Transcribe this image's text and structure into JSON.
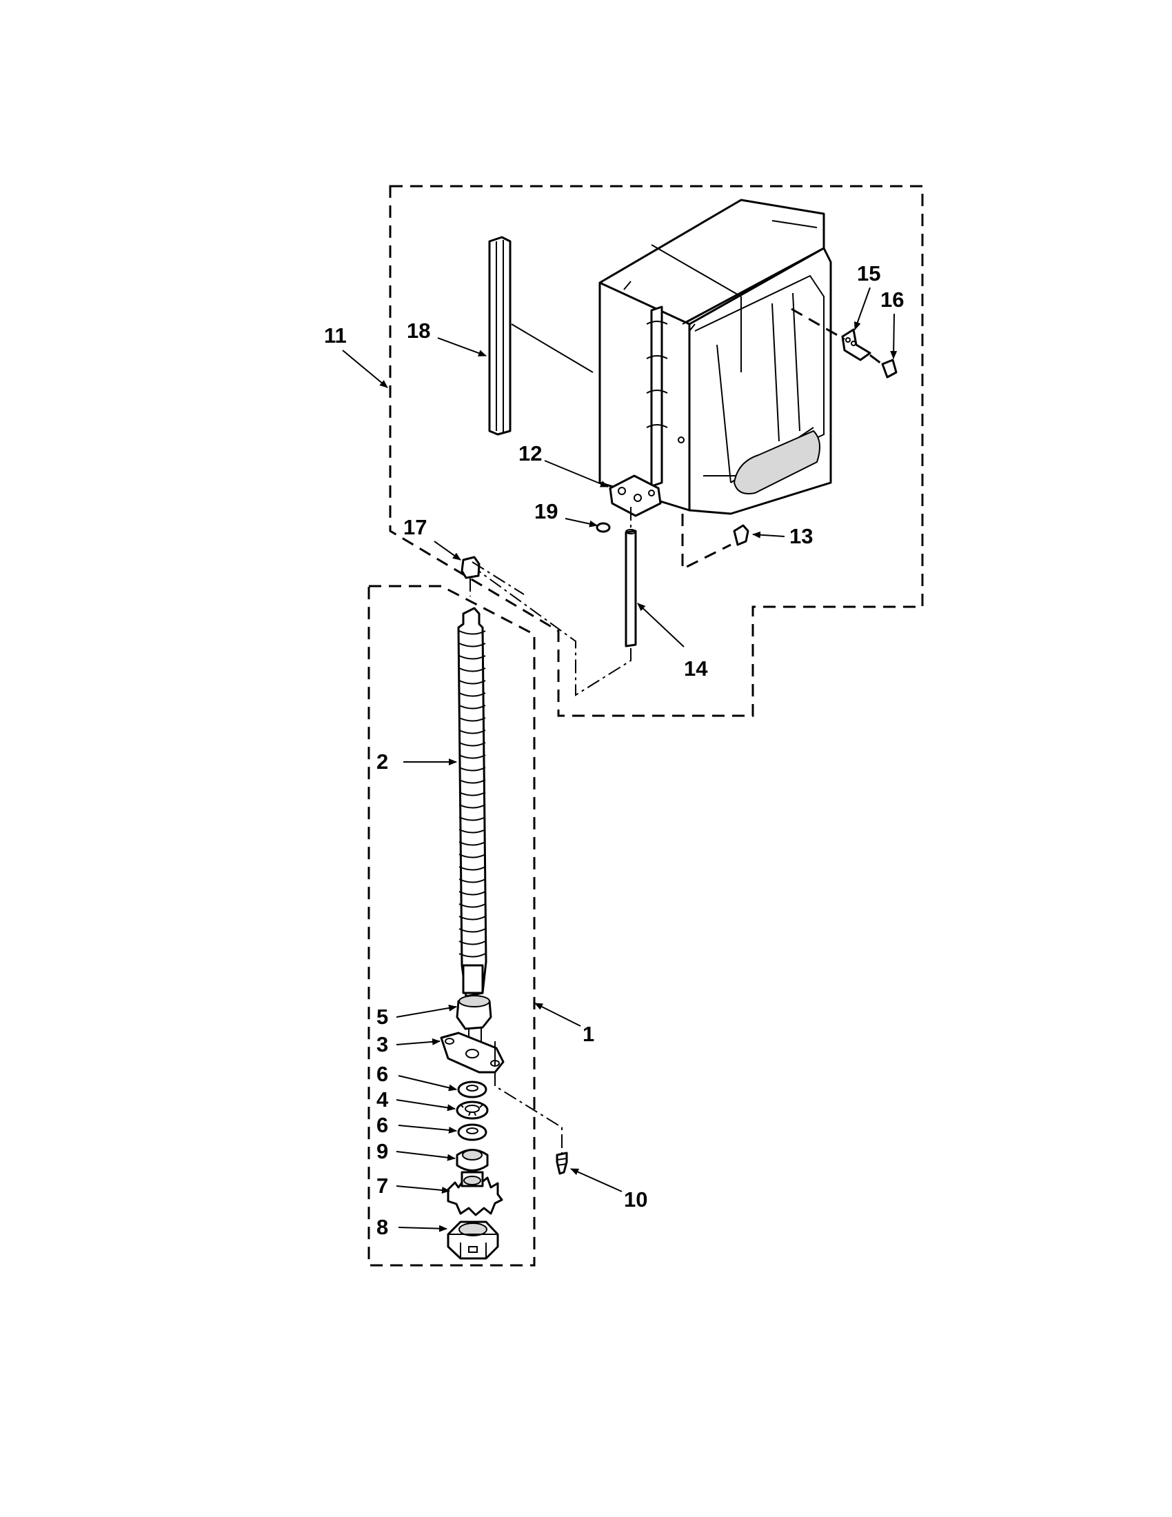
{
  "callouts": {
    "c1": "1",
    "c2": "2",
    "c3": "3",
    "c4": "4",
    "c5": "5",
    "c6a": "6",
    "c6b": "6",
    "c7": "7",
    "c8": "8",
    "c9": "9",
    "c10": "10",
    "c11": "11",
    "c12": "12",
    "c13": "13",
    "c14": "14",
    "c15": "15",
    "c16": "16",
    "c17": "17",
    "c18": "18",
    "c19": "19"
  }
}
